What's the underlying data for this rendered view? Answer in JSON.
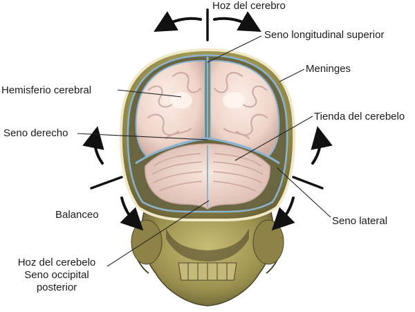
{
  "labels": {
    "falx_cerebri": "Hoz del cerebro",
    "superior_sagittal_sinus": "Seno longitudinal superior",
    "meninges": "Meninges",
    "cerebral_hemisphere": "Hemisferio cerebral",
    "straight_sinus": "Seno derecho",
    "tentorium": "Tienda del cerebelo",
    "rocking": "Balanceo",
    "lateral_sinus": "Seno lateral",
    "falx_cerebelli_line1": "Hoz del cerebelo",
    "falx_cerebelli_line2": "Seno occipital",
    "falx_cerebelli_line3": "posterior"
  },
  "colors": {
    "bone": "#a59a55",
    "bone_dark": "#5e5730",
    "skull_outline": "#e8e4c0",
    "dura": "#8ab4cf",
    "brain": "#f1d9cf",
    "brain_shadow": "#c9a8a0",
    "cavity": "#6d6a44",
    "arrow": "#111111"
  }
}
